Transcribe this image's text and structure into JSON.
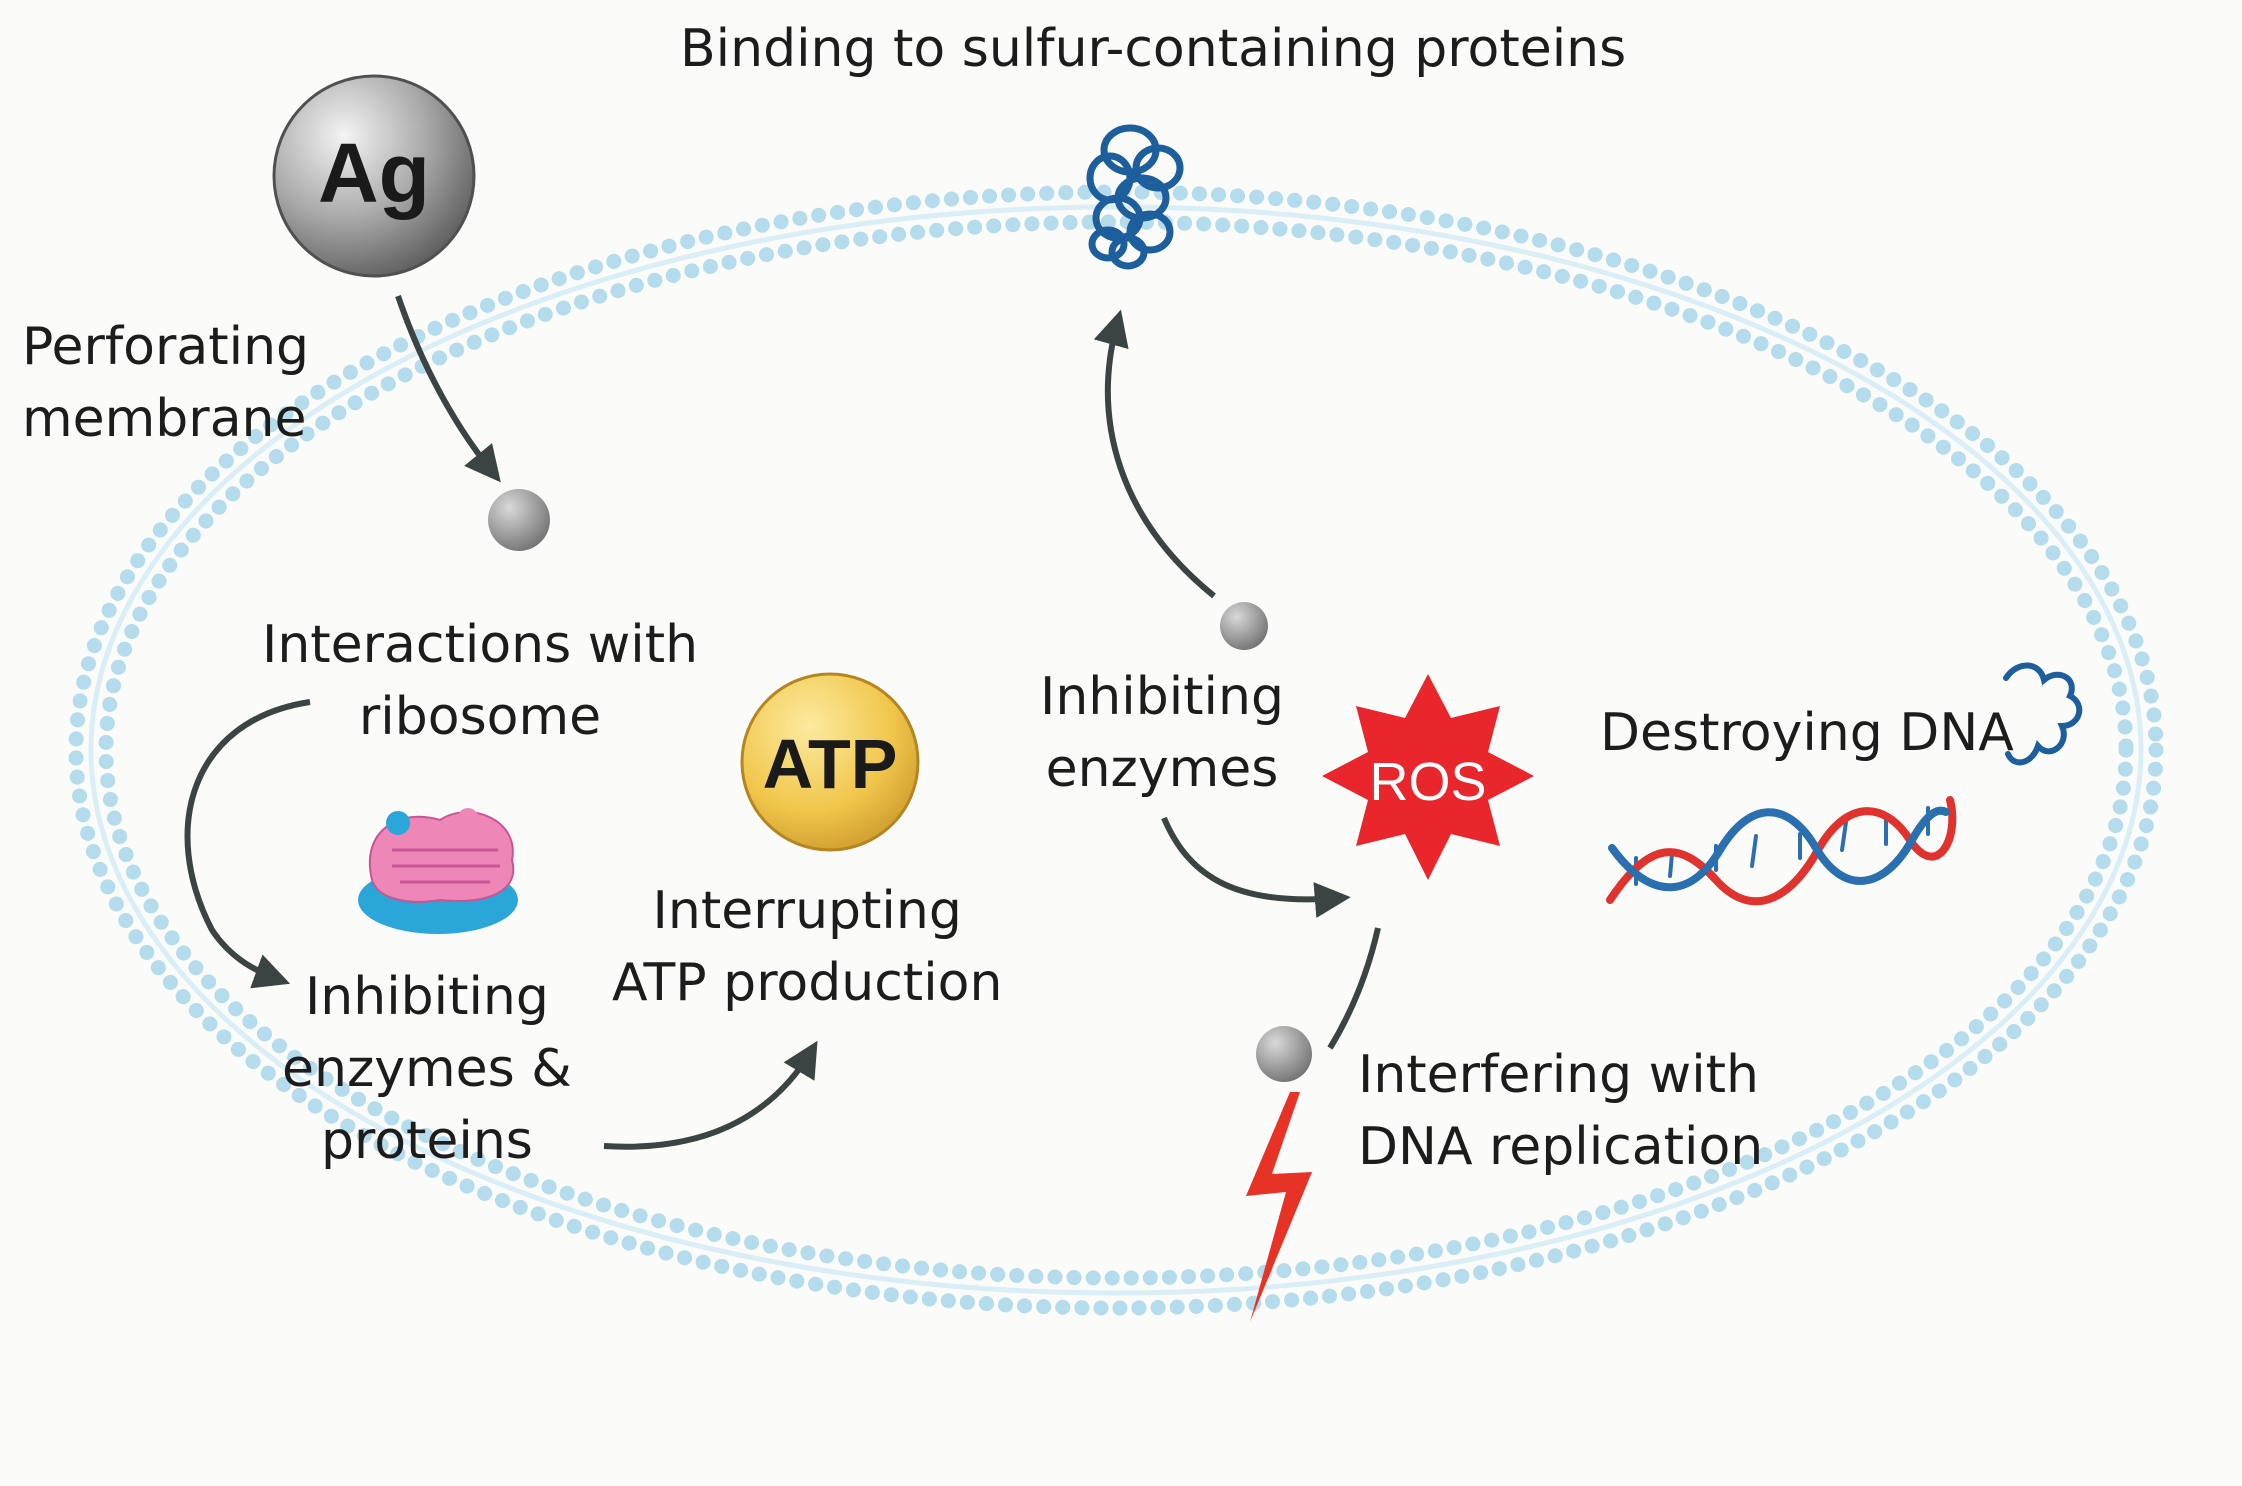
{
  "labels": {
    "binding": "Binding to sulfur-containing proteins",
    "perforating": "Perforating\nmembrane",
    "ribosome_interactions": "Interactions with\nribosome",
    "inhibiting_enzymes_proteins": "Inhibiting\nenzymes &\nproteins",
    "interrupting_atp": "Interrupting\nATP production",
    "inhibiting_enzymes": "Inhibiting\nenzymes",
    "destroying_dna": "Destroying DNA",
    "interfering_dna": "Interfering with\nDNA replication"
  },
  "badges": {
    "ag": "Ag",
    "atp": "ATP",
    "ros": "ROS"
  },
  "colors": {
    "membrane": "#b4dcec",
    "arrow": "#3b4442",
    "silver_ion": "#8c8c8c",
    "atp_gold": "#f0c64a",
    "ros_red": "#e8262c",
    "dna_red": "#e0332e",
    "dna_blue": "#2a6fb0",
    "ribosome_pink": "#ee86b8",
    "ribosome_blue": "#2aa6d8",
    "protein_blue": "#1d5e9c",
    "lightning_red": "#e63326"
  },
  "icons": [
    "silver-ion-icon",
    "atp-icon",
    "ros-burst-icon",
    "ribosome-icon",
    "protein-icon",
    "dna-helix-icon",
    "lightning-icon"
  ]
}
